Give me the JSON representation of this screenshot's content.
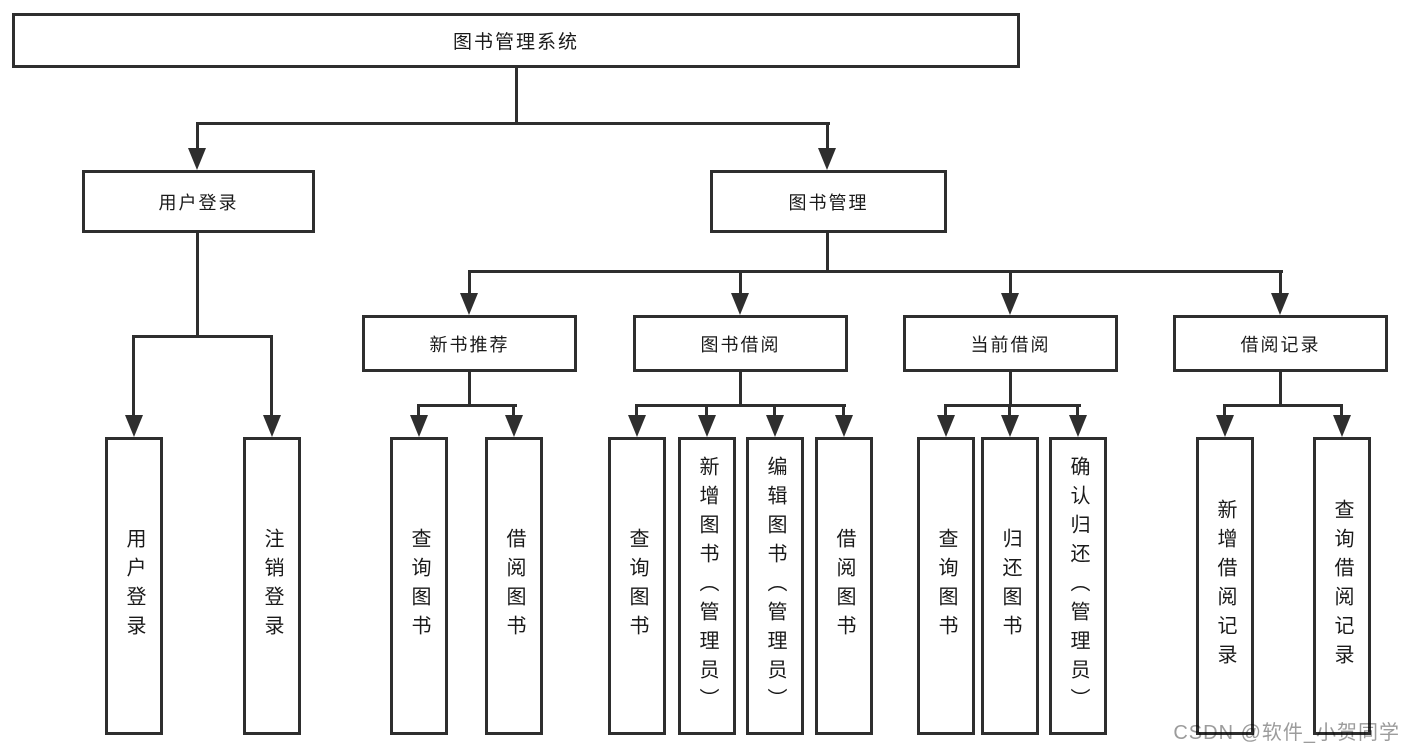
{
  "title": "图书管理系统",
  "tree": {
    "login": {
      "label": "用户登录",
      "children": [
        "用户登录",
        "注销登录"
      ]
    },
    "mgmt": {
      "label": "图书管理",
      "modules": [
        {
          "label": "新书推荐",
          "children": [
            "查询图书",
            "借阅图书"
          ]
        },
        {
          "label": "图书借阅",
          "children": [
            "查询图书",
            "新增图书（管理员）",
            "编辑图书（管理员）",
            "借阅图书"
          ]
        },
        {
          "label": "当前借阅",
          "children": [
            "查询图书",
            "归还图书",
            "确认归还（管理员）"
          ]
        },
        {
          "label": "借阅记录",
          "children": [
            "新增借阅记录",
            "查询借阅记录"
          ]
        }
      ]
    }
  },
  "watermark": "CSDN @软件_小贺同学",
  "colors": {
    "line": "#2e2e2e",
    "text": "#1a1a1a",
    "watermark": "#9c9c9c",
    "background": "#ffffff"
  }
}
